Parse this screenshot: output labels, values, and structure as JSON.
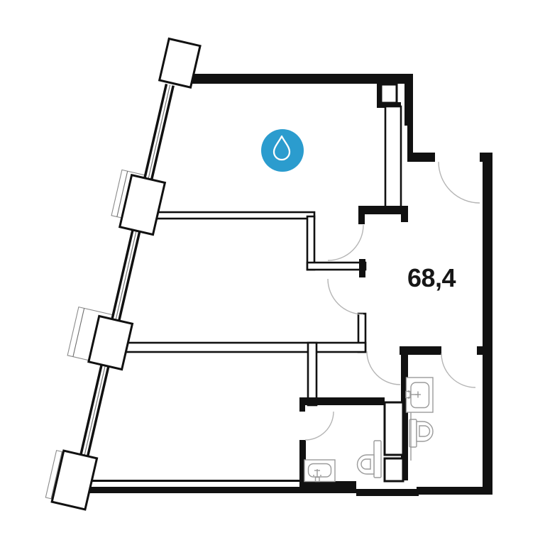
{
  "plan": {
    "area_label": "68,4",
    "area_label_color": "#161616",
    "badge": {
      "icon": "water-drop-icon",
      "background_color": "#2B9CCE",
      "glyph_color": "#ffffff"
    },
    "colors": {
      "wall": "#111111",
      "door_arc": "#b5b5b5",
      "fixture": "#9b9b9b",
      "background": "#ffffff"
    },
    "icons": {
      "badge": "water-drop-icon",
      "bathroom_right": [
        "sink-icon",
        "toilet-icon"
      ],
      "bathroom_left": [
        "toilet-icon",
        "sink-icon"
      ]
    },
    "windows": 3,
    "door_swings": 6
  }
}
